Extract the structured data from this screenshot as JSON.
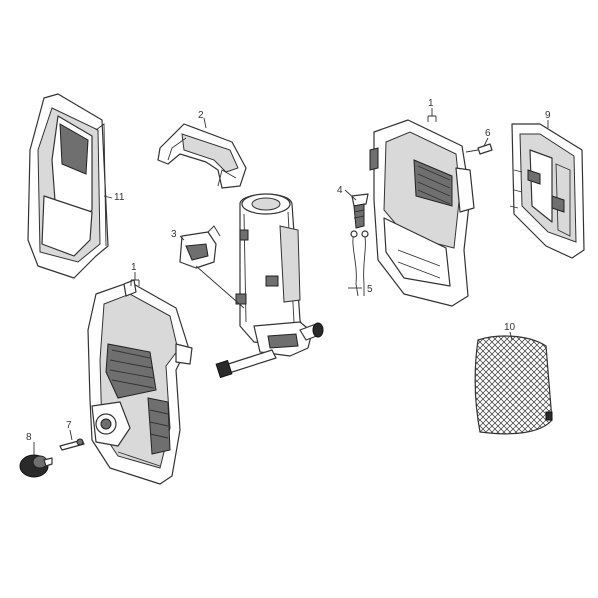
{
  "diagram": {
    "background": "#ffffff",
    "line_color": "#333333",
    "callouts": [
      {
        "id": "c1a",
        "text": "1"
      },
      {
        "id": "c1b",
        "text": "1"
      },
      {
        "id": "c2",
        "text": "2"
      },
      {
        "id": "c3",
        "text": "3"
      },
      {
        "id": "c4",
        "text": "4"
      },
      {
        "id": "c5",
        "text": "5"
      },
      {
        "id": "c6",
        "text": "6"
      },
      {
        "id": "c7",
        "text": "7"
      },
      {
        "id": "c8",
        "text": "8"
      },
      {
        "id": "c9",
        "text": "9"
      },
      {
        "id": "c10",
        "text": "10"
      },
      {
        "id": "c11",
        "text": "11"
      }
    ]
  }
}
